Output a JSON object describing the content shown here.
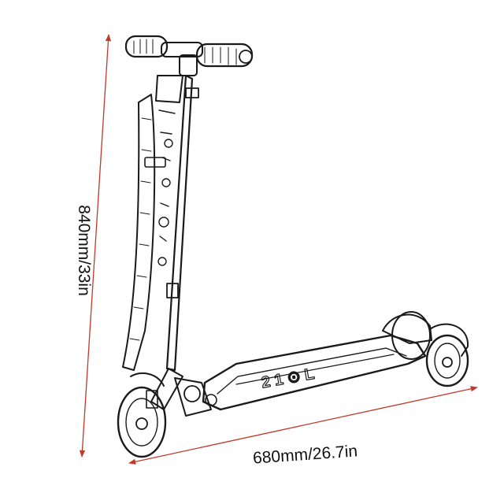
{
  "diagram": {
    "height_label": "840mm/33in",
    "length_label": "680mm/26.7in",
    "deck_text": "2 1 ⊙ L",
    "colors": {
      "dimension_line": "#c0392b",
      "ink": "#1a1a1a",
      "background": "#ffffff"
    }
  }
}
